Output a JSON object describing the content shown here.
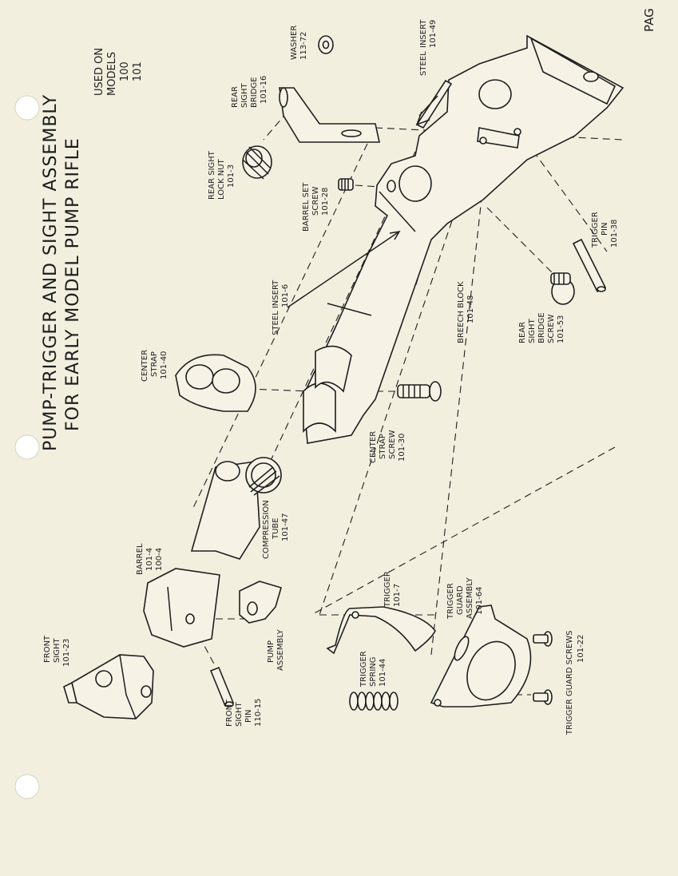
{
  "page": {
    "corner_text": "PAG",
    "title_line1": "PUMP-TRIGGER AND SIGHT ASSEMBLY",
    "title_line2": "FOR EARLY MODEL PUMP RIFLE",
    "models": {
      "heading1": "USED ON",
      "heading2": "MODELS",
      "model1": "100",
      "model2": "101"
    }
  },
  "parts": {
    "washer": {
      "name": "WASHER",
      "number": "113-72"
    },
    "steel_insert_top": {
      "name1": "STEEL",
      "name2": "INSERT",
      "number": "101-49"
    },
    "rear_sight_bridge": {
      "line1": "REAR",
      "line2": "SIGHT",
      "line3": "BRIDGE",
      "number": "101-16"
    },
    "rear_sight_lock_nut": {
      "line1": "REAR SIGHT",
      "line2": "LOCK NUT",
      "number": "101-3"
    },
    "barrel_set_screw": {
      "line1": "BARREL SET",
      "line2": "SCREW",
      "number": "101-28"
    },
    "trigger_pin": {
      "line1": "TRIGGER",
      "line2": "PIN",
      "number": "101-38"
    },
    "steel_insert_mid": {
      "line1": "STEEL  INSERT",
      "number": "101-6"
    },
    "breech_block": {
      "line1": "BREECH BLOCK",
      "number": "101-48"
    },
    "rear_sight_bridge_screw": {
      "line1": "REAR",
      "line2": "SIGHT",
      "line3": "BRIDGE",
      "line4": "SCREW",
      "number": "101-53"
    },
    "center_strap": {
      "line1": "CENTER",
      "line2": "STRAP",
      "number": "101-40"
    },
    "center_strap_screw": {
      "line1": "CENTER",
      "line2": "STRAP",
      "line3": "SCREW",
      "number": "101-30"
    },
    "compression_tube": {
      "line1": "COMPRESSION",
      "line2": "TUBE",
      "number": "101-47"
    },
    "barrel": {
      "line1": "BARREL",
      "number1": "101-4",
      "number2": "100-4"
    },
    "pump_assembly": {
      "line1": "PUMP",
      "line2": "ASSEMBLY"
    },
    "front_sight": {
      "line1": "FRONT",
      "line2": "SIGHT",
      "number": "101-23"
    },
    "front_sight_pin": {
      "line1": "FRONT",
      "line2": "SIGHT",
      "line3": "PIN",
      "number": "110-15"
    },
    "trigger": {
      "line1": "TRIGGER",
      "number": "101-7"
    },
    "trigger_guard_assembly": {
      "line1": "TRIGGER",
      "line2": "GUARD",
      "line3": "ASSEMBLY",
      "number": "101-64"
    },
    "trigger_spring": {
      "line1": "TRIGGER",
      "line2": "SPRING",
      "number": "101-44"
    },
    "trigger_guard_screws": {
      "line1": "TRIGGER GUARD  SCREWS",
      "number": "101-22"
    }
  },
  "colors": {
    "paper": "#f3efdf",
    "ink": "#1e1e1e"
  }
}
